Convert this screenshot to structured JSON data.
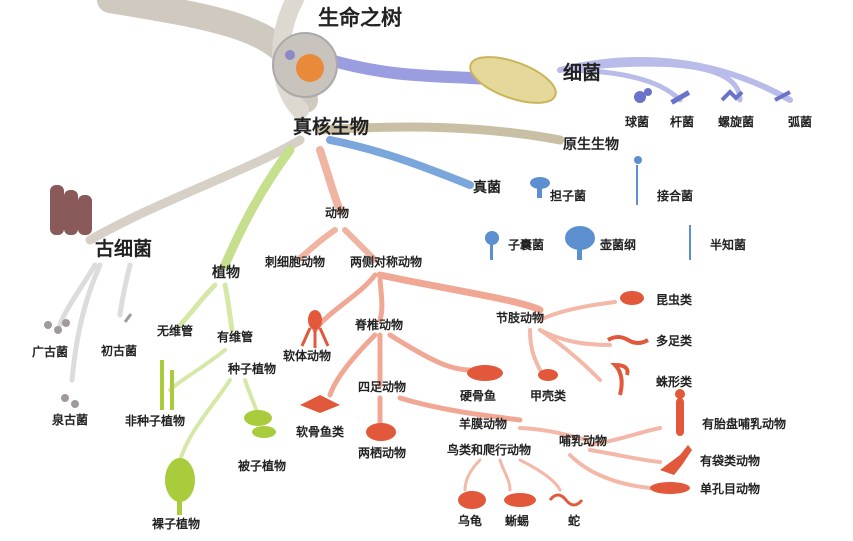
{
  "title": "生命之树",
  "colors": {
    "bacteria": "#8b8fd6",
    "protist": "#b5aa8c",
    "fungi": "#5b8fd0",
    "plants": "#a8cc3c",
    "animals": "#e2583a",
    "archaea": "#9a9a9a"
  },
  "nodes": {
    "bacteria": "细菌",
    "cocci": "球菌",
    "bacilli": "杆菌",
    "spirilla": "螺旋菌",
    "vibrio": "弧菌",
    "protists": "原生生物",
    "eukaryotes": "真核生物",
    "fungi": "真菌",
    "basidiomycetes": "担子菌",
    "zygomycetes": "接合菌",
    "ascomycetes": "子囊菌",
    "chytrids": "壶菌纲",
    "deuteromycetes": "半知菌",
    "animals": "动物",
    "archaea": "古细菌",
    "plants": "植物",
    "cnidarians": "刺细胞动物",
    "bilaterians": "两侧对称动物",
    "euryarchaeota": "广古菌",
    "korarchaeota": "初古菌",
    "crenarchaeota": "泉古菌",
    "nonvascular": "无维管",
    "vascular": "有维管",
    "vertebrates": "脊椎动物",
    "arthropods": "节肢动物",
    "insects": "昆虫类",
    "myriapods": "多足类",
    "arachnids": "蛛形类",
    "mollusks": "软体动物",
    "seed_plants": "种子植物",
    "tetrapods": "四足动物",
    "bony_fish": "硬骨鱼",
    "crustaceans": "甲壳类",
    "nonseed_plants": "非种子植物",
    "cartilaginous_fish": "软骨鱼类",
    "amniotes": "羊膜动物",
    "placental_mammals": "有胎盘哺乳动物",
    "amphibians": "两栖动物",
    "mammals": "哺乳动物",
    "birds_reptiles": "鸟类和爬行动物",
    "angiosperms": "被子植物",
    "marsupials": "有袋类动物",
    "monotremes": "单孔目动物",
    "turtles": "乌龟",
    "lizards": "蜥蜴",
    "snakes": "蛇",
    "gymnosperms": "裸子植物"
  }
}
